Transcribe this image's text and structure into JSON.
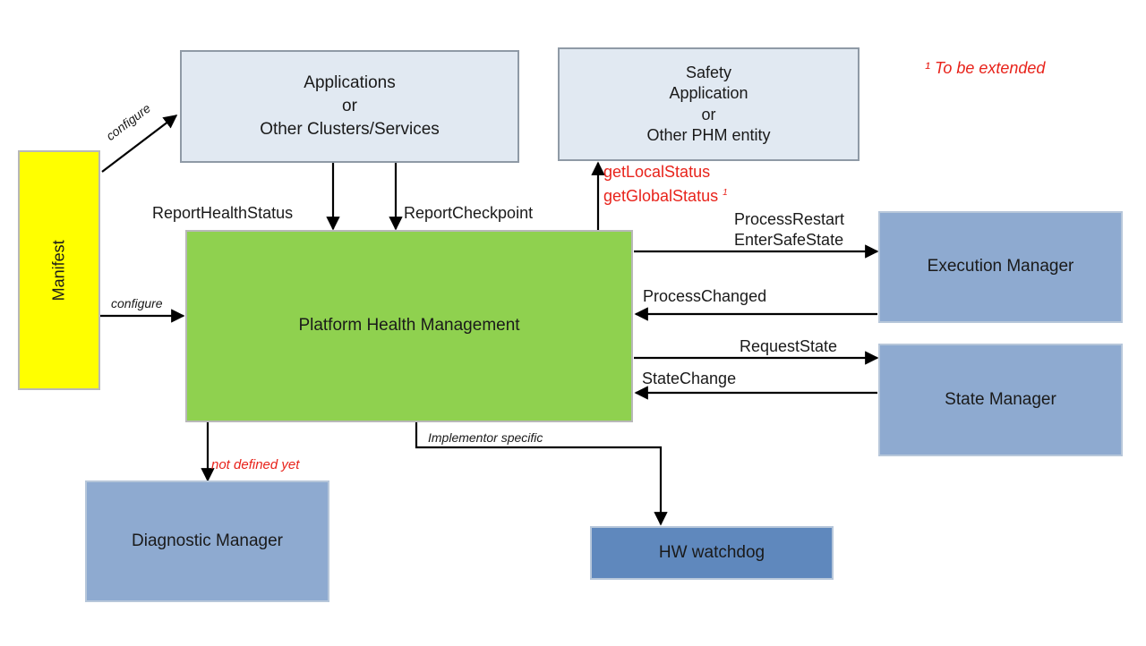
{
  "boxes": {
    "applications": [
      "Applications",
      "or",
      "Other Clusters/Services"
    ],
    "safety": [
      "Safety",
      "Application",
      "or",
      "Other PHM entity"
    ],
    "manifest": "Manifest",
    "phm": "Platform Health Management",
    "execution_manager": "Execution Manager",
    "state_manager": "State Manager",
    "diagnostic_manager": "Diagnostic Manager",
    "hw_watchdog": "HW watchdog"
  },
  "labels": {
    "configure_top": "configure",
    "configure_mid": "configure",
    "report_health_status": "ReportHealthStatus",
    "report_checkpoint": "ReportCheckpoint",
    "get_local_status": "getLocalStatus",
    "get_global_status": "getGlobalStatus",
    "footnote_marker": "1",
    "process_restart": "ProcessRestart",
    "enter_safe_state": "EnterSafeState",
    "process_changed": "ProcessChanged",
    "request_state": "RequestState",
    "state_change": "StateChange",
    "not_defined_yet": "not defined yet",
    "implementor_specific": "Implementor specific",
    "footnote": "¹ To be extended"
  },
  "colors": {
    "phm": "#8fd14f",
    "manifest": "#ffff00",
    "light_box": "#e1e9f2",
    "manager_box": "#8eaad0",
    "hw_box": "#5f88bd",
    "red_text": "#e8231b"
  }
}
